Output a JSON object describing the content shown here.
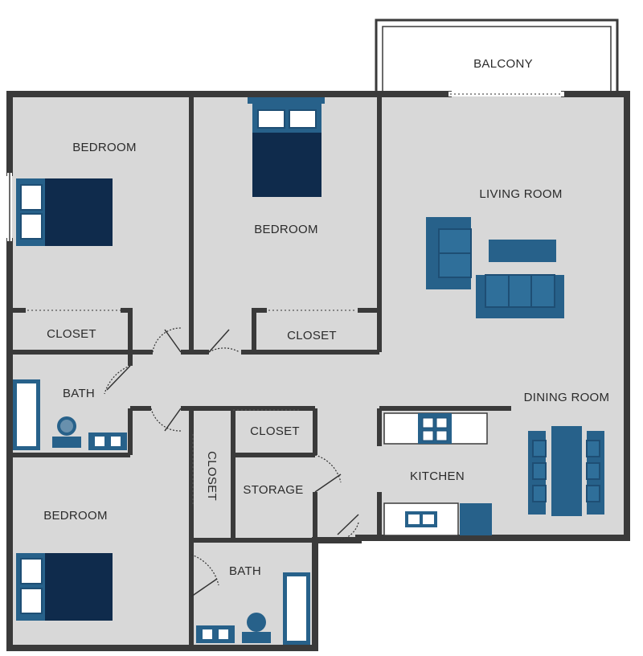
{
  "rooms": {
    "balcony": "BALCONY",
    "bedroom_1": "BEDROOM",
    "bedroom_2": "BEDROOM",
    "bedroom_3": "BEDROOM",
    "living_room": "LIVING ROOM",
    "dining_room": "DINING ROOM",
    "kitchen": "KITCHEN",
    "closet_1": "CLOSET",
    "closet_2": "CLOSET",
    "closet_3": "CLOSET",
    "closet_4": "CLOSET",
    "bath_1": "BATH",
    "bath_2": "BATH",
    "storage": "STORAGE"
  },
  "colors": {
    "floor": "#d8d8d8",
    "wall": "#3a3a3a",
    "bed_navy": "#0f2b4c",
    "furniture_blue": "#27618a"
  }
}
